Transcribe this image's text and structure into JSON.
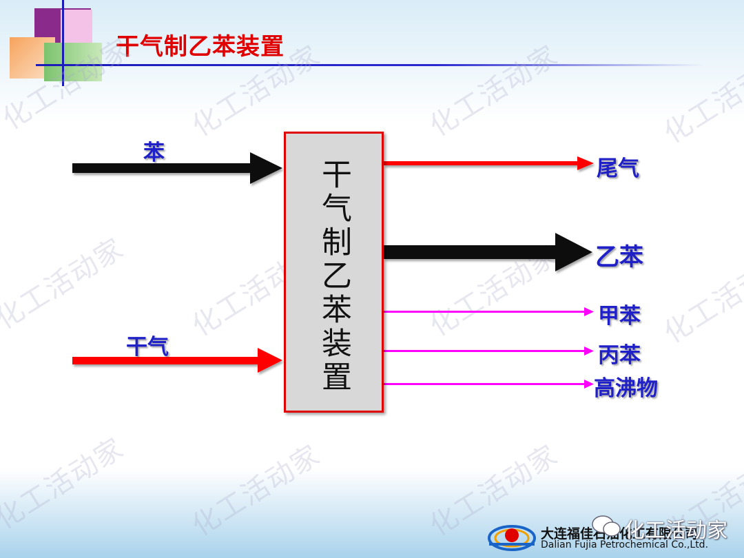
{
  "slide": {
    "title": "干气制乙苯装置"
  },
  "watermark_text": "化工活动家",
  "diagram": {
    "unit": {
      "label": "干气制乙苯装置"
    },
    "inputs": [
      {
        "id": "benzene",
        "label": "苯",
        "color": "#111111"
      },
      {
        "id": "dry_gas",
        "label": "干气",
        "color": "#ff0000"
      }
    ],
    "outputs": [
      {
        "id": "tail_gas",
        "label": "尾气",
        "color": "#ff0000"
      },
      {
        "id": "ethylbenzene",
        "label": "乙苯",
        "color": "#111111"
      },
      {
        "id": "toluene",
        "label": "甲苯",
        "color": "#ff00ff"
      },
      {
        "id": "propylbenzene",
        "label": "丙苯",
        "color": "#ff00ff"
      },
      {
        "id": "heavy_ends",
        "label": "高沸物",
        "color": "#ff00ff"
      }
    ]
  },
  "footer": {
    "company_cn": "大连福佳石油化工有限公司",
    "company_en": "Dalian Fujia Petrochemical Co.,Ltd.",
    "wechat_name": "化工活动家"
  },
  "colors": {
    "title": "#e00000",
    "label_blue": "#2020c8",
    "frame_blue": "#1c1cb8"
  }
}
